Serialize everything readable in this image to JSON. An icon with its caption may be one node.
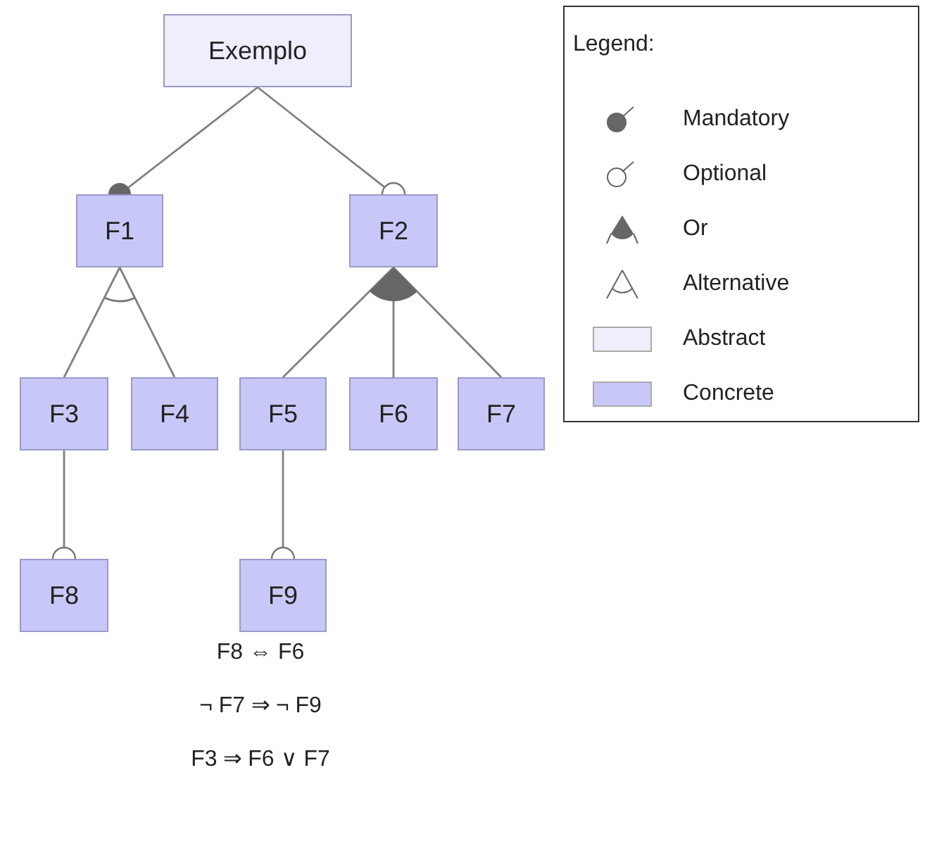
{
  "diagram": {
    "nodes": [
      {
        "text": [
          "Exemplo"
        ]
      },
      {
        "text": [
          "F1"
        ]
      },
      {
        "text": [
          "F2"
        ]
      },
      {
        "text": [
          "F3"
        ]
      },
      {
        "text": [
          "F4"
        ]
      },
      {
        "text": [
          "F5"
        ]
      },
      {
        "text": [
          "F6"
        ]
      },
      {
        "text": [
          "F7"
        ]
      },
      {
        "text": [
          "F8"
        ]
      },
      {
        "text": [
          "F9"
        ]
      }
    ],
    "edges": [
      {
        "from": 0,
        "to": 1,
        "arrow": "other"
      },
      {
        "from": 0,
        "to": 2,
        "arrow": "other"
      },
      {
        "from": 1,
        "to": 3,
        "arrow": "none"
      },
      {
        "from": 1,
        "to": 4,
        "arrow": "none"
      },
      {
        "from": 2,
        "to": 5,
        "arrow": "none"
      },
      {
        "from": 2,
        "to": 6,
        "arrow": "none"
      },
      {
        "from": 2,
        "to": 7,
        "arrow": "none"
      },
      {
        "from": 3,
        "to": 8,
        "arrow": "other"
      },
      {
        "from": 5,
        "to": 9,
        "arrow": "other"
      }
    ],
    "labels": [
      "Legend:",
      "F8 ⇔ F6",
      "¬ F7 ⇒ ¬ F9",
      "F3 ⇒ F6 ∨ F7"
    ],
    "legend": [
      {
        "text": "Mandatory"
      },
      {
        "text": "Optional"
      },
      {
        "text": "Or"
      },
      {
        "text": "Alternative"
      },
      {
        "text": "Abstract",
        "color": "#eeeefc"
      },
      {
        "text": "Concrete",
        "color": "#c8c8f8"
      }
    ]
  }
}
